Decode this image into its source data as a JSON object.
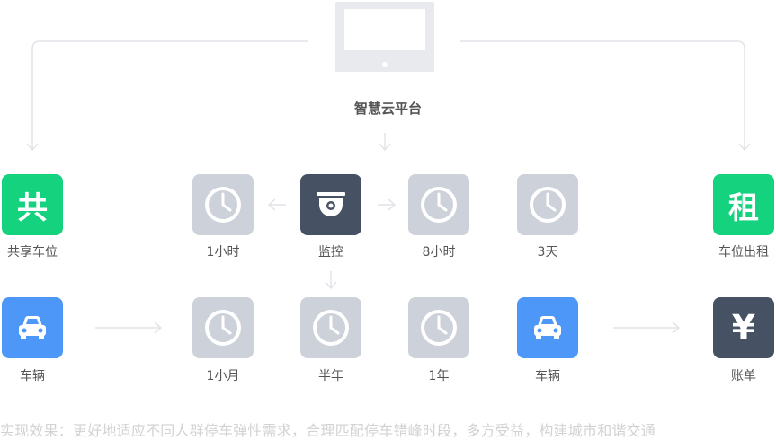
{
  "platform": {
    "label": "智慧云平台"
  },
  "nodes": {
    "shared": {
      "char": "共",
      "label": "共享车位"
    },
    "hour1": {
      "label": "1小时"
    },
    "monitor": {
      "label": "监控"
    },
    "hour8": {
      "label": "8小时"
    },
    "day3": {
      "label": "3天"
    },
    "rent": {
      "char": "租",
      "label": "车位出租"
    },
    "car_left": {
      "label": "车辆"
    },
    "month1": {
      "label": "1小月"
    },
    "halfyear": {
      "label": "半年"
    },
    "year1": {
      "label": "1年"
    },
    "car_right": {
      "label": "车辆"
    },
    "bill": {
      "char": "¥",
      "label": "账单"
    }
  },
  "caption": "实现效果：更好地适应不同人群停车弹性需求，合理匹配停车错峰时段，多方受益，构建城市和谐交通",
  "colors": {
    "gray_tile": "#cdd1d9",
    "dark_tile": "#465163",
    "green_tile": "#14d27e",
    "blue_tile": "#4c97f7",
    "connector": "#e2e4e8"
  }
}
